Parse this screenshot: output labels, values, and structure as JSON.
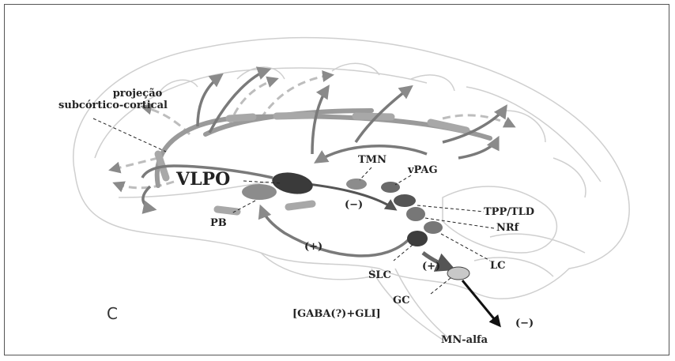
{
  "figure": {
    "panel_letter": "C",
    "labels": {
      "projection_line1": "projeção",
      "projection_line2": "subcórtico-cortical",
      "vlpo": "VLPO",
      "tmn": "TMN",
      "vpag": "vPAG",
      "tpp_tld": "TPP/TLD",
      "nrf": "NRf",
      "lc": "LC",
      "pb": "PB",
      "slc": "SLC",
      "gc": "GC",
      "gaba_gli": "[GABA(?)+GLI]",
      "mn_alfa": "MN-alfa",
      "sign_minus_center": "(−)",
      "sign_plus_left": "(+)",
      "sign_plus_gc": "(+)",
      "sign_minus_mn": "(−)"
    }
  }
}
